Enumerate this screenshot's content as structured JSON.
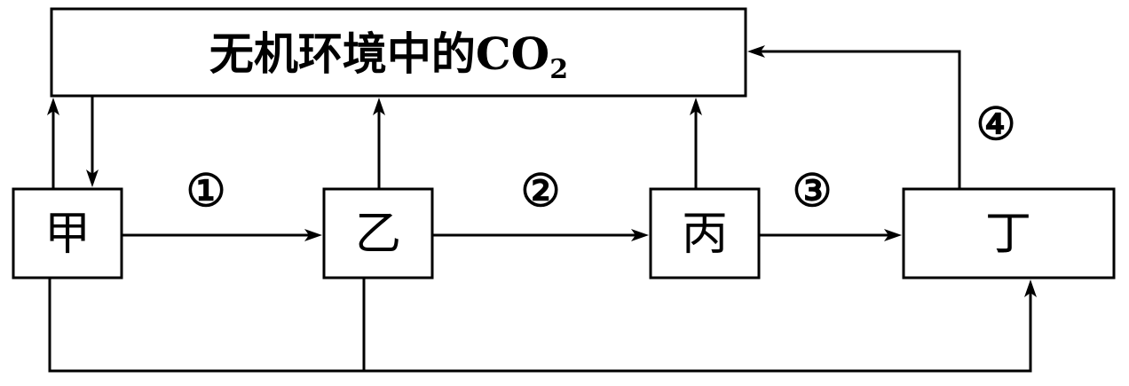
{
  "title": {
    "text": "无机环境中的CO",
    "subscript": "2"
  },
  "nodes": {
    "jia": "甲",
    "yi": "乙",
    "bing": "丙",
    "ding": "丁"
  },
  "steps": {
    "s1": "①",
    "s2": "②",
    "s3": "③",
    "s4": "④"
  },
  "colors": {
    "stroke": "#000000",
    "background": "#ffffff"
  }
}
